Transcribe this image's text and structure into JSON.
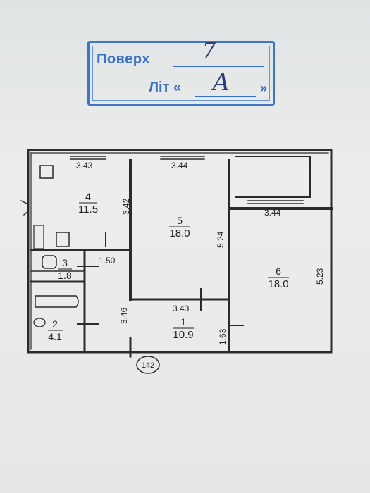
{
  "stamp": {
    "floor_label": "Поверх",
    "floor_value": "7",
    "lit_label": "Літ «",
    "lit_value": "А",
    "lit_close": "»",
    "color": "#3a6fc6"
  },
  "plan": {
    "rooms": [
      {
        "number": "4",
        "area": "11.5"
      },
      {
        "number": "5",
        "area": "18.0"
      },
      {
        "number": "6",
        "area": "18.0"
      },
      {
        "number": "3",
        "area": "1.8"
      },
      {
        "number": "2",
        "area": "4.1"
      },
      {
        "number": "1",
        "area": "10.9"
      }
    ],
    "dimensions": {
      "room4_width": "3.43",
      "room5_width": "3.44",
      "room6_width": "3.44",
      "room4_depth": "3.42",
      "room5_depth": "5.24",
      "room6_depth": "5.23",
      "corridor_width": "1.50",
      "room1_width": "3.43",
      "room1_depth": "3.46",
      "room1_small": "1.63"
    },
    "stair_mark": "142"
  }
}
